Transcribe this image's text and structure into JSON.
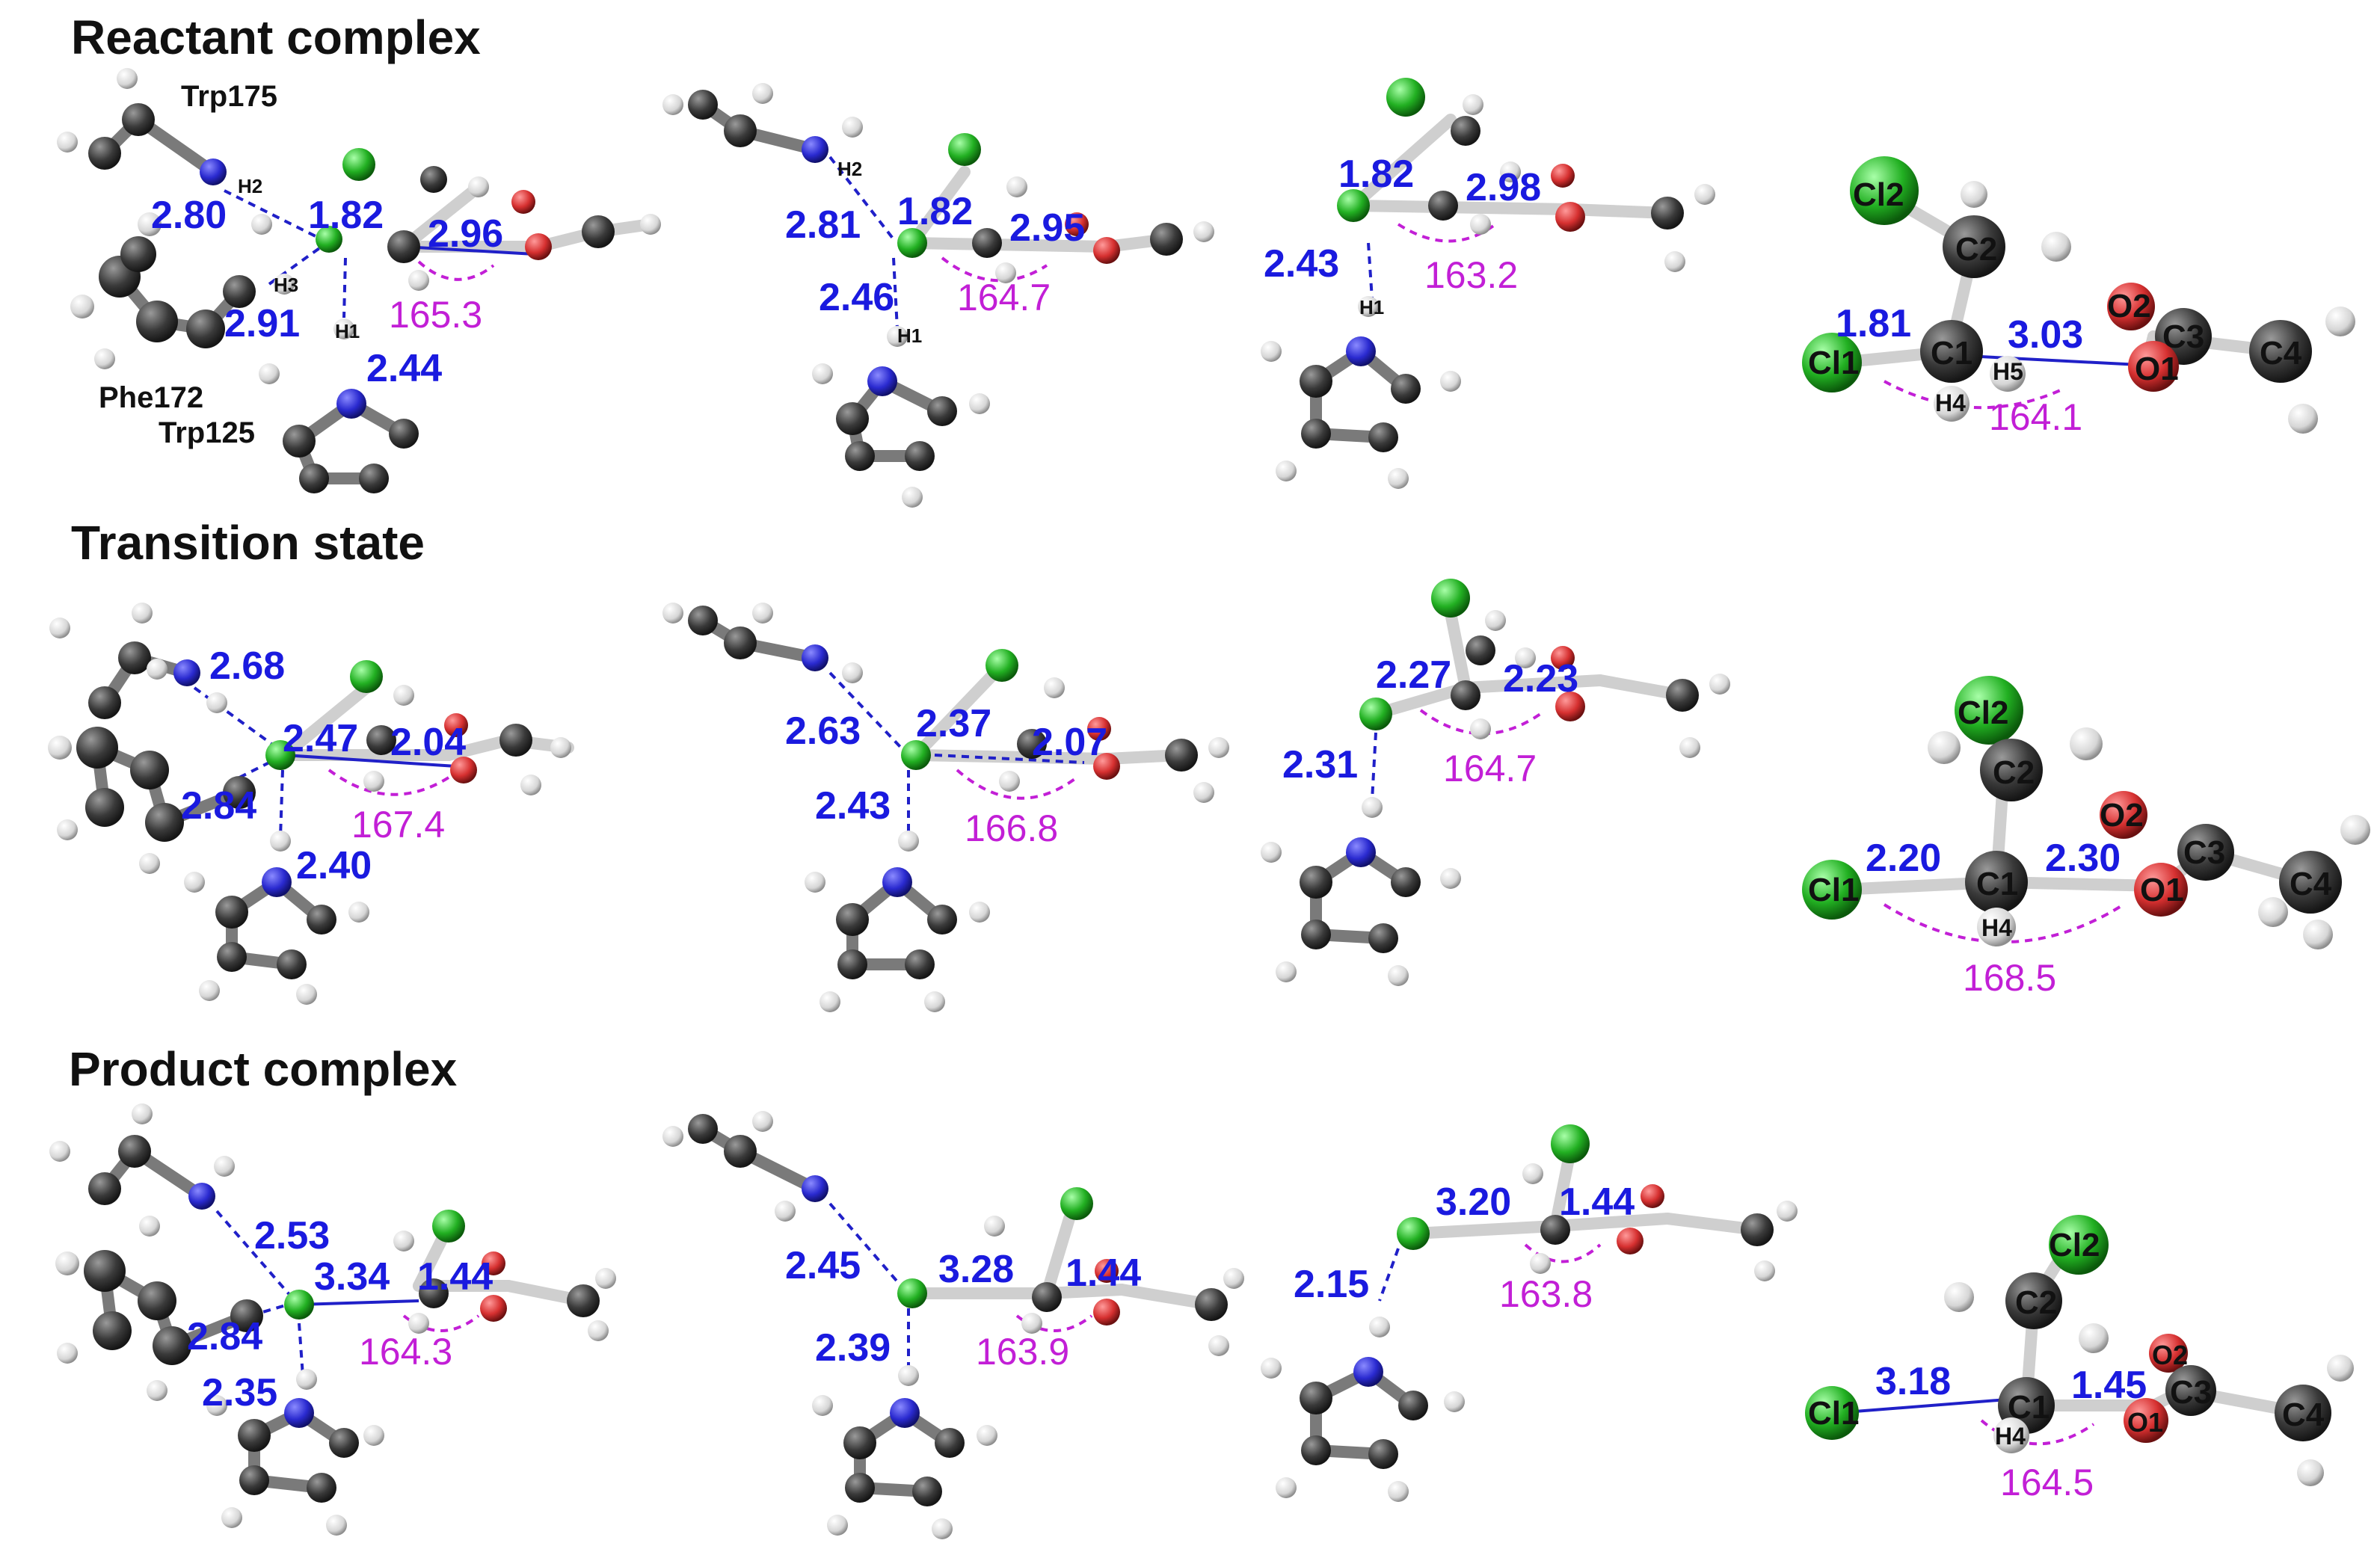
{
  "rows": [
    {
      "title": "Reactant complex",
      "residue_labels": [
        "Trp175",
        "Phe172",
        "Trp125"
      ],
      "h_labels": [
        "H2",
        "H3",
        "H1",
        "H1",
        "H2",
        "H1"
      ],
      "panels": [
        {
          "distances": [
            "2.80",
            "1.82",
            "2.96",
            "2.91",
            "2.44"
          ],
          "angle": "165.3"
        },
        {
          "distances": [
            "2.81",
            "1.82",
            "2.95",
            "2.46"
          ],
          "angle": "164.7"
        },
        {
          "distances": [
            "1.82",
            "2.98",
            "2.43"
          ],
          "angle": "163.2"
        },
        {
          "distances": [
            "1.81",
            "3.03"
          ],
          "angle": "164.1",
          "atoms": [
            "Cl2",
            "C2",
            "O2",
            "C3",
            "Cl1",
            "C1",
            "H5",
            "O1",
            "C4",
            "H4"
          ]
        }
      ]
    },
    {
      "title": "Transition state",
      "panels": [
        {
          "distances": [
            "2.68",
            "2.47",
            "2.04",
            "2.84",
            "2.40"
          ],
          "angle": "167.4"
        },
        {
          "distances": [
            "2.63",
            "2.37",
            "2.07",
            "2.43"
          ],
          "angle": "166.8"
        },
        {
          "distances": [
            "2.27",
            "2.23",
            "2.31"
          ],
          "angle": "164.7"
        },
        {
          "distances": [
            "2.20",
            "2.30"
          ],
          "angle": "168.5",
          "atoms": [
            "Cl2",
            "C2",
            "O2",
            "C3",
            "Cl1",
            "C1",
            "O1",
            "C4",
            "H4"
          ]
        }
      ]
    },
    {
      "title": "Product complex",
      "panels": [
        {
          "distances": [
            "2.53",
            "3.34",
            "1.44",
            "2.84",
            "2.35"
          ],
          "angle": "164.3"
        },
        {
          "distances": [
            "2.45",
            "3.28",
            "1.44",
            "2.39"
          ],
          "angle": "163.9"
        },
        {
          "distances": [
            "3.20",
            "1.44",
            "2.15"
          ],
          "angle": "163.8"
        },
        {
          "distances": [
            "3.18",
            "1.45"
          ],
          "angle": "164.5",
          "atoms": [
            "Cl2",
            "C2",
            "O2",
            "Cl1",
            "C1",
            "C3",
            "O1",
            "C4",
            "H4"
          ]
        }
      ]
    }
  ],
  "colors": {
    "distance_text": "#1a1adf",
    "angle_text": "#c21fd6",
    "carbon": "#3a3a3a",
    "hydrogen": "#d9d9d9",
    "nitrogen": "#2a2ad0",
    "oxygen": "#d63030",
    "chlorine": "#22b022"
  }
}
